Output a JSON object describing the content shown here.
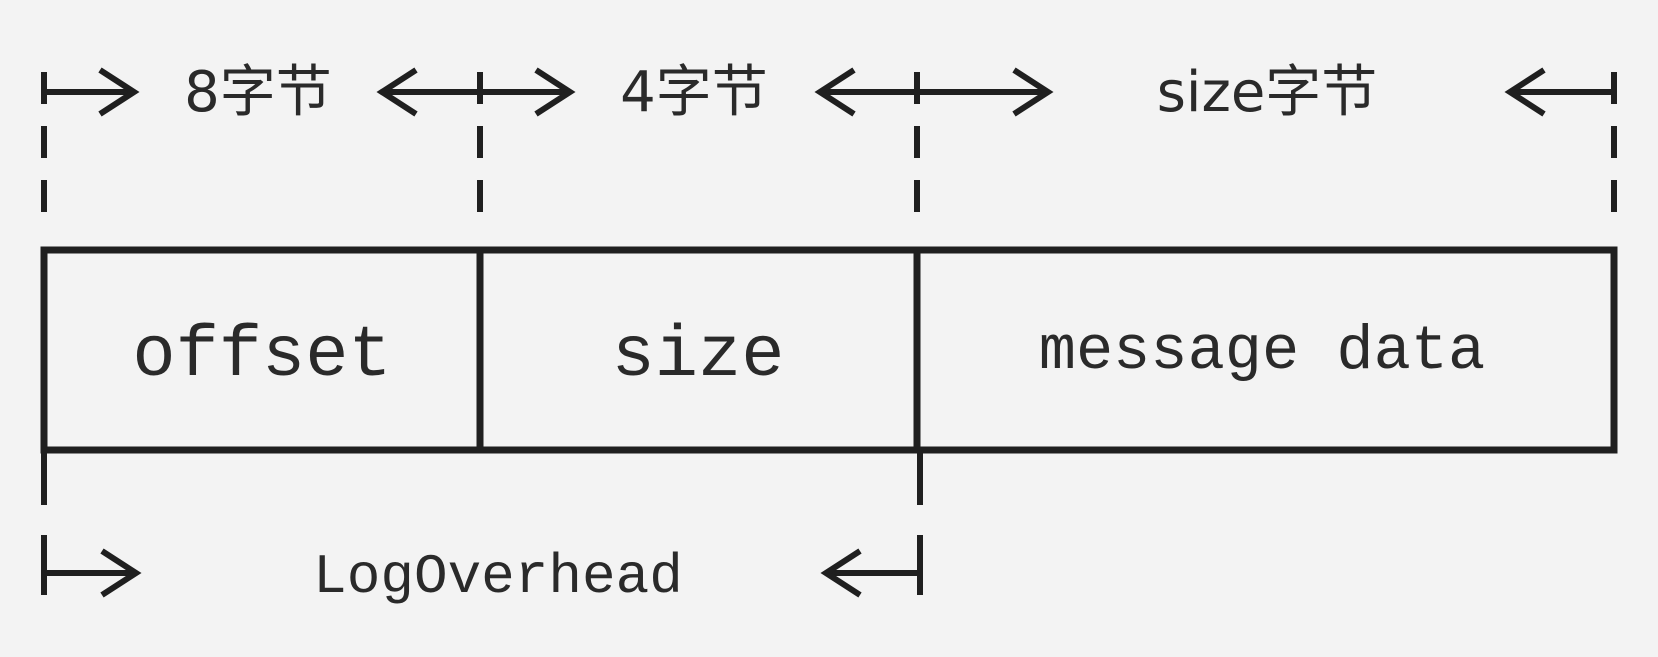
{
  "fields": [
    {
      "label": "offset",
      "size_label": "8字节"
    },
    {
      "label": "size",
      "size_label": "4字节"
    },
    {
      "label": "message data",
      "size_label": "size字节"
    }
  ],
  "overhead_label": "LogOverhead",
  "colors": {
    "background": "#f3f3f3",
    "line": "#1f1f1f",
    "text": "#2a2a2a"
  }
}
